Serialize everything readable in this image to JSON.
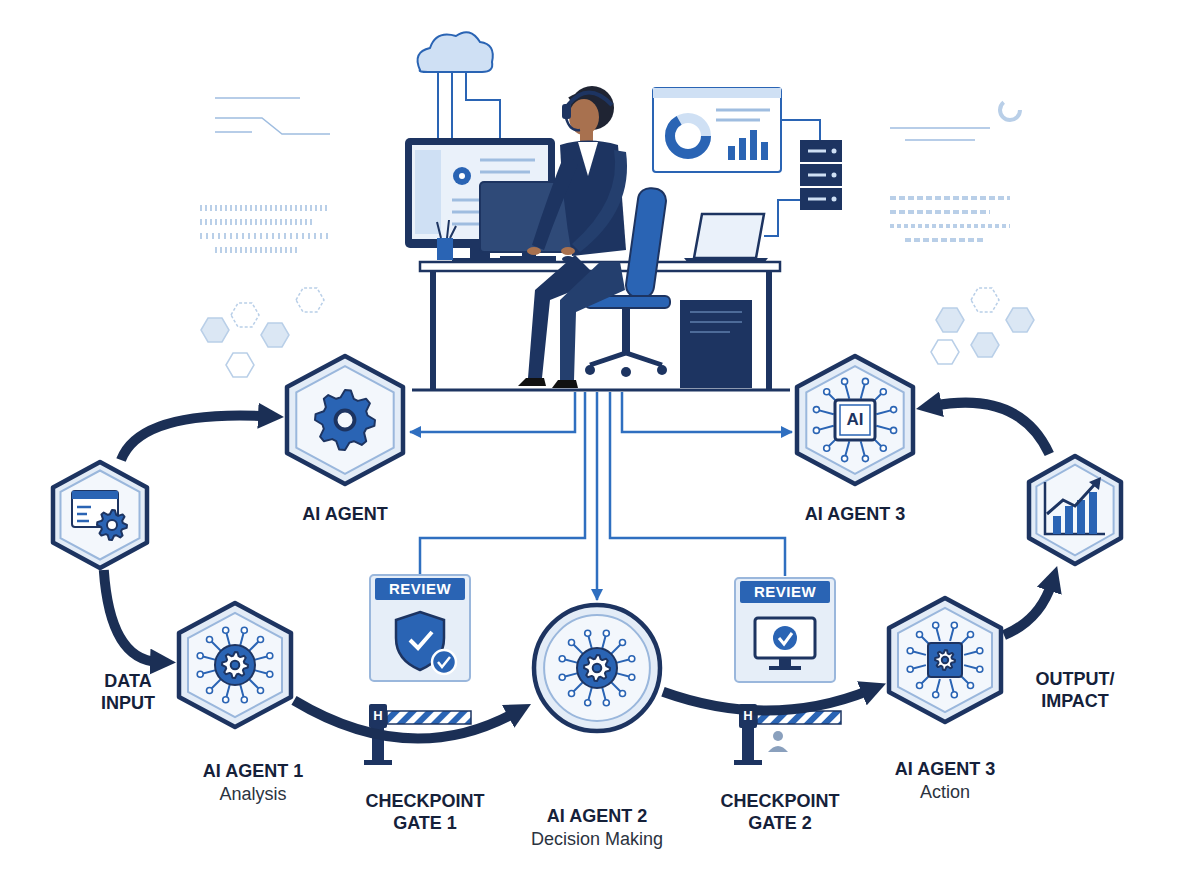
{
  "diagram": {
    "nodes": [
      {
        "text": [
          "DATA INPUT"
        ]
      },
      {
        "text": [
          "AI AGENT"
        ]
      },
      {
        "text": [
          "AI AGENT 1",
          "Analysis"
        ]
      },
      {
        "text": [
          "REVIEW"
        ]
      },
      {
        "text": [
          "AI AGENT 2",
          "Decision Making"
        ]
      },
      {
        "text": [
          "REVIEW"
        ]
      },
      {
        "text": [
          "AI AGENT 3",
          "Action"
        ]
      },
      {
        "text": [
          "OUTPUT/ IMPACT"
        ]
      },
      {
        "text": [
          "AI AGENT 3"
        ]
      }
    ],
    "edges": [
      {
        "from": 0,
        "to": 1,
        "arrow": "to"
      },
      {
        "from": 0,
        "to": 2,
        "arrow": "to"
      },
      {
        "from": 2,
        "to": 4,
        "arrow": "to"
      },
      {
        "from": 4,
        "to": 6,
        "arrow": "to"
      },
      {
        "from": 6,
        "to": 7,
        "arrow": "to"
      },
      {
        "from": 7,
        "to": 8,
        "arrow": "to"
      }
    ],
    "labels": [
      "AI",
      "H",
      "H",
      "CHECKPOINT GATE 1",
      "CHECKPOINT GATE 2"
    ]
  }
}
